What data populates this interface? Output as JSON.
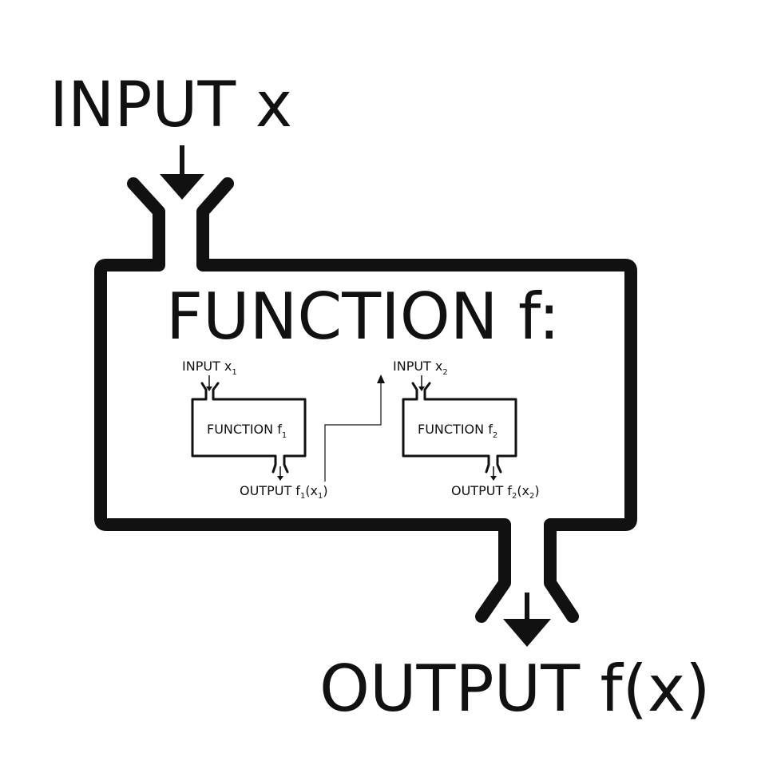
{
  "outer": {
    "input_label": "INPUT x",
    "function_label": "FUNCTION f:",
    "output_label": "OUTPUT f(x)"
  },
  "inner_1": {
    "input_label": "INPUT x",
    "input_sub": "1",
    "function_label": "FUNCTION f",
    "function_sub": "1",
    "output_prefix": "OUTPUT f",
    "output_f_sub": "1",
    "output_paren_open": "(x",
    "output_x_sub": "1",
    "output_paren_close": ")"
  },
  "inner_2": {
    "input_label": "INPUT x",
    "input_sub": "2",
    "function_label": "FUNCTION f",
    "function_sub": "2",
    "output_prefix": "OUTPUT f",
    "output_f_sub": "2",
    "output_paren_open": "(x",
    "output_x_sub": "2",
    "output_paren_close": ")"
  },
  "colors": {
    "stroke": "#111111",
    "background": "#ffffff"
  }
}
